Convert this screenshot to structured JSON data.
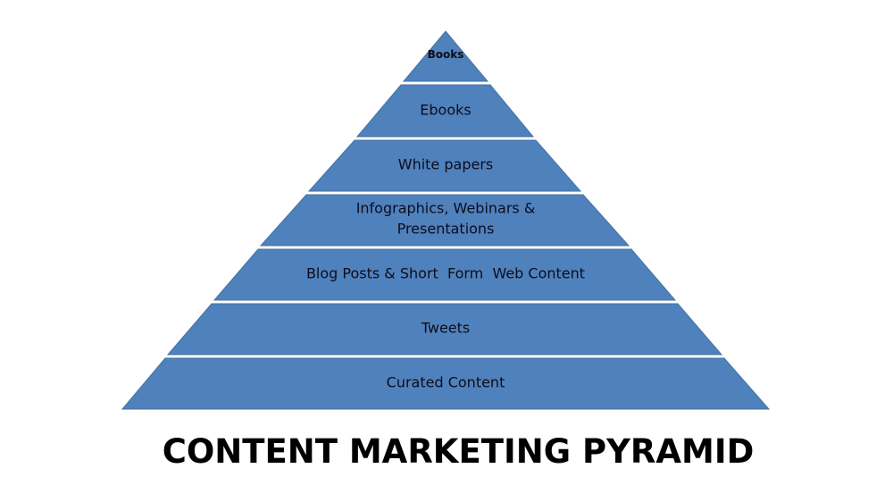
{
  "title": "CONTENT MARKETING PYRAMID",
  "colors": {
    "tier_fill": "#4f81bd",
    "tier_text": "#0d0d1a",
    "title_text": "#000000",
    "background": "#ffffff"
  },
  "tiers": [
    {
      "label": "Books"
    },
    {
      "label": "Ebooks"
    },
    {
      "label": "White papers"
    },
    {
      "label_lines": [
        "Infographics, Webinars &",
        "Presentations"
      ]
    },
    {
      "label": "Blog Posts & Short  Form  Web Content"
    },
    {
      "label": "Tweets"
    },
    {
      "label": "Curated Content"
    }
  ]
}
